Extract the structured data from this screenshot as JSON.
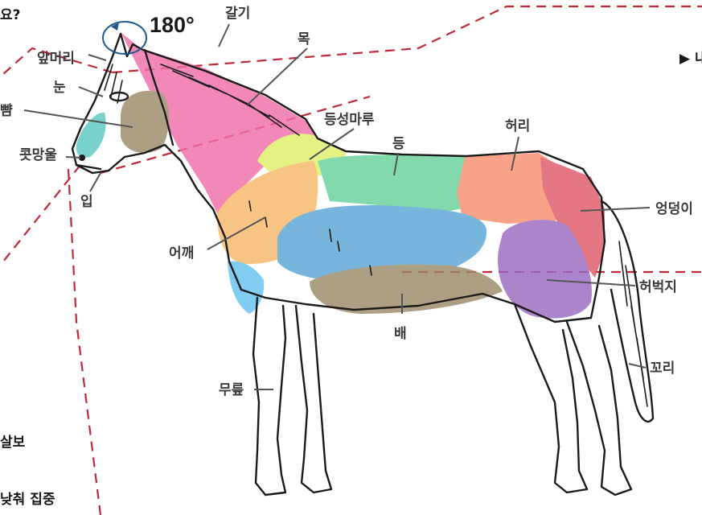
{
  "header": {
    "partial_question": "요?",
    "rotation": "180°"
  },
  "labels": {
    "galgi": "갈기",
    "mok": "목",
    "apmeori": "앞머리",
    "nun": "눈",
    "ppyam": "뺨",
    "kotmangul": "콧망울",
    "ip": "입",
    "deungseongmaru": "등성마루",
    "deung": "등",
    "heori": "허리",
    "eongdeongi": "엉덩이",
    "eokkae": "어깨",
    "heobeokji": "허벅지",
    "bae": "배",
    "kkori": "꼬리",
    "mureup": "무릎"
  },
  "side_text": {
    "right_marker": "▶ 내",
    "left_bottom_1": "살보",
    "left_bottom_2": "낮춰 집중"
  },
  "colors": {
    "neck": "#f06ea8",
    "cheek": "#9c8a6a",
    "muzzle": "#5cc7c0",
    "withers": "#dff06a",
    "back": "#67d39a",
    "loin": "#f7906e",
    "croup": "#e05868",
    "thigh": "#9a6ac2",
    "shoulder": "#f7b86a",
    "barrel": "#5aa6d6",
    "belly": "#9c8a6a",
    "chest": "#66c2ee",
    "dash": "#c0283a"
  }
}
